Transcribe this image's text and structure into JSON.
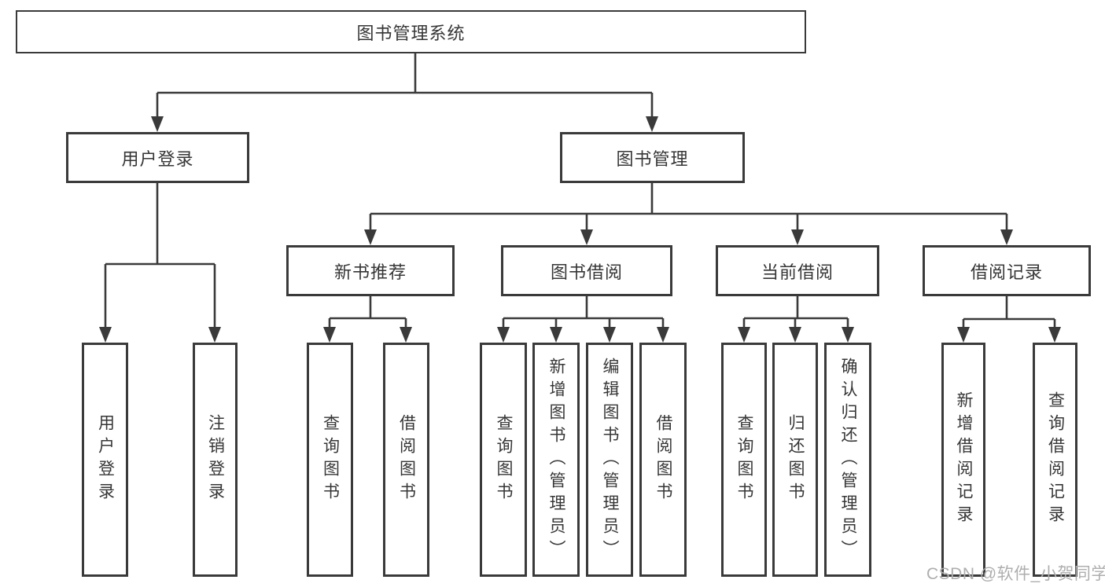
{
  "diagram_title": "图书管理系统",
  "colors": {
    "line": "#3a3a3a",
    "text": "#363636",
    "background": "#ffffff",
    "watermark": "#aeaeae"
  },
  "nodes": {
    "root": "图书管理系统",
    "level2": [
      "用户登录",
      "图书管理"
    ],
    "level3": [
      "新书推荐",
      "图书借阅",
      "当前借阅",
      "借阅记录"
    ],
    "leaves_login": [
      "用户登录",
      "注销登录"
    ],
    "leaves_recommend": [
      "查询图书",
      "借阅图书"
    ],
    "leaves_borrow": [
      "查询图书",
      "新增图书（管理员）",
      "编辑图书（管理员）",
      "借阅图书"
    ],
    "leaves_current": [
      "查询图书",
      "归还图书",
      "确认归还（管理员）"
    ],
    "leaves_records": [
      "新增借阅记录",
      "查询借阅记录"
    ]
  },
  "watermark": "CSDN @软件_小贺同学"
}
